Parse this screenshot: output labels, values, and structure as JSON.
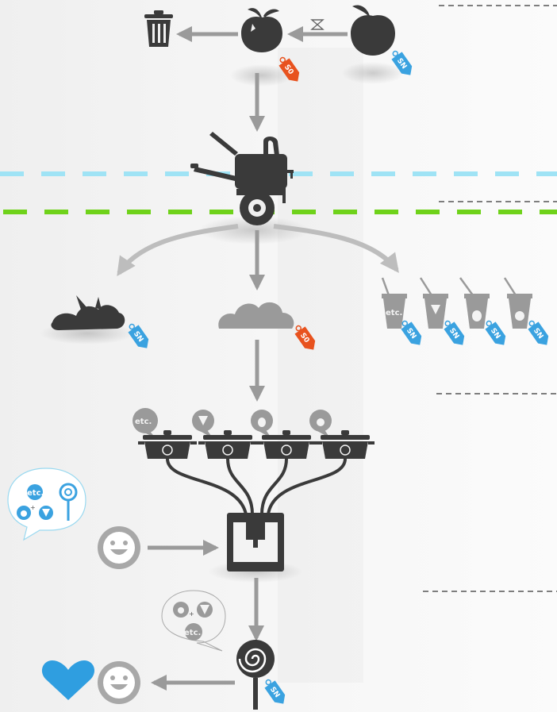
{
  "colors": {
    "background": "#f3f3f3",
    "dark": "#3a3a3a",
    "arrow": "#9a9a9a",
    "light_blue_line": "#9fe3f5",
    "green_line": "#6fd21a",
    "tag_orange": "#e8521e",
    "tag_blue": "#3aa2e0",
    "heart": "#2f9ee0"
  },
  "tags": {
    "orange": "S0",
    "blue": "SN"
  },
  "etc_label": "etc."
}
